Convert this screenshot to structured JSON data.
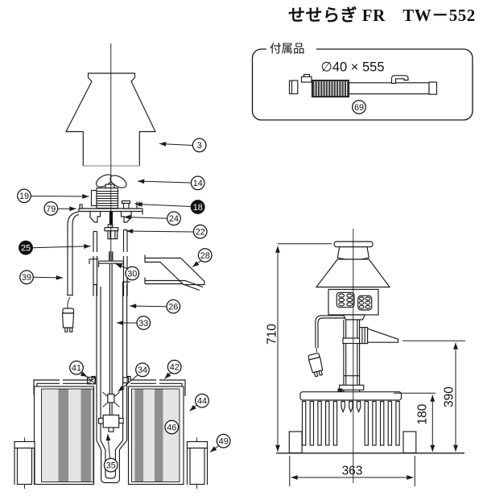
{
  "title": "せせらぎ FR　TW－552",
  "accessories": {
    "box_label": "付属品",
    "hose_size": "∅40 × 555",
    "hose_part": "69"
  },
  "callouts": {
    "c3": "3",
    "c14": "14",
    "c19": "19",
    "c79": "79",
    "c18": "18",
    "c24": "24",
    "c22": "22",
    "c25": "25",
    "c28": "28",
    "c39": "39",
    "c30": "30",
    "c26": "26",
    "c33": "33",
    "c41": "41",
    "c34": "34",
    "c42": "42",
    "c44": "44",
    "c46": "46",
    "c49": "49",
    "c35": "35"
  },
  "dimensions": {
    "overall_height": "710",
    "spout_height": "390",
    "base_height": "180",
    "base_width": "363"
  },
  "colors": {
    "line": "#1a1a1a",
    "filter_light": "#e4e4e4",
    "filter_dark": "#8f8f8f",
    "hose_dark": "#3c3c3c"
  }
}
